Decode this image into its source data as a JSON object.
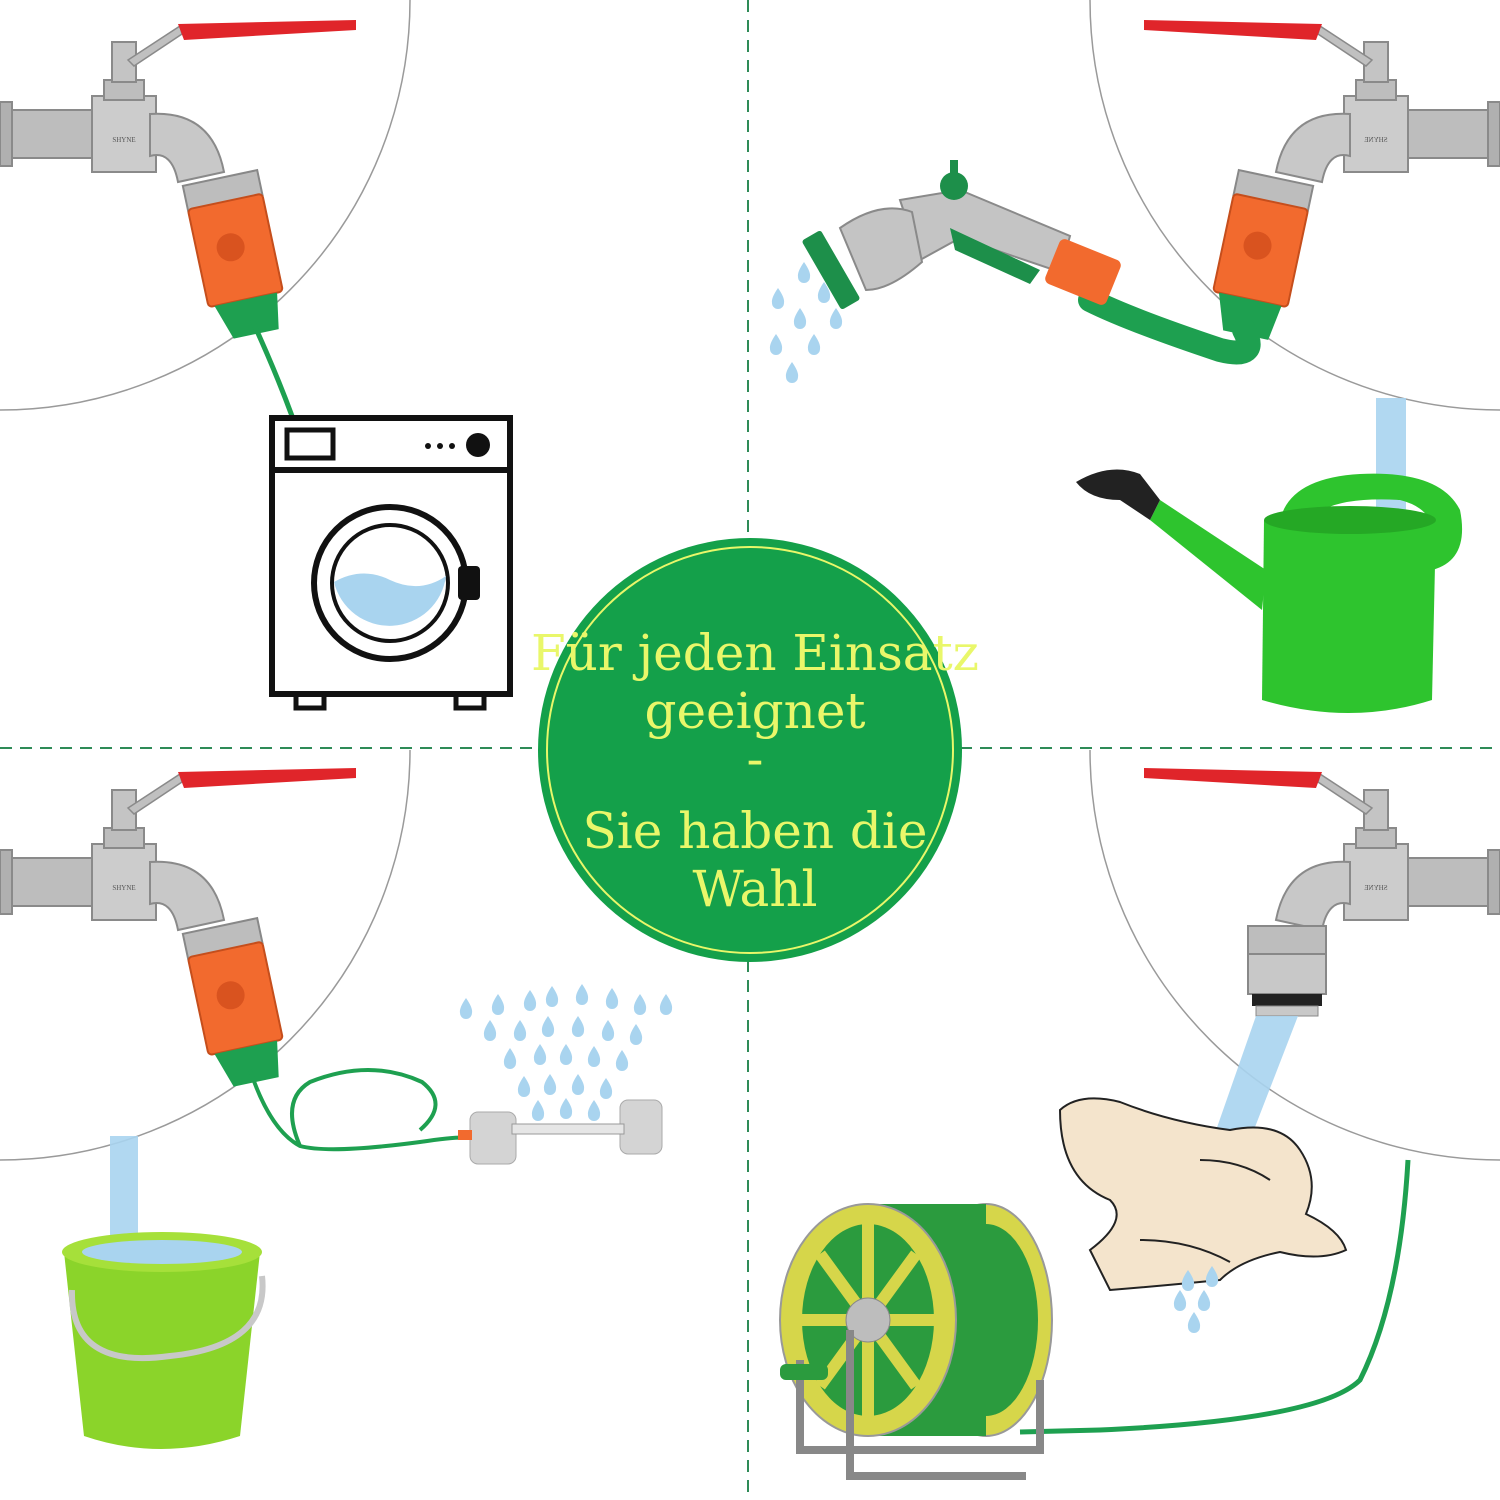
{
  "badge": {
    "line1": "Für jeden Einsatz",
    "line2": "geeignet",
    "line3": "-",
    "line4": "Sie haben die",
    "line5": "Wahl"
  },
  "brand_label": "SHYNE",
  "colors": {
    "badge_green": "#14a04a",
    "badge_text": "#e9f76a",
    "divider": "#2e8b57",
    "connector_orange": "#f26a2e",
    "hose_green": "#1ea050",
    "valve_red": "#e0252a",
    "water_blue": "#a9d4ef",
    "can_green": "#2ec42e",
    "bucket_green": "#8bd42a",
    "reel_yellow": "#d6d64a"
  },
  "panels": [
    {
      "id": "washing-machine",
      "icon": "washing-machine-icon"
    },
    {
      "id": "spray-gun",
      "icon": "spray-gun-icon"
    },
    {
      "id": "watering-can",
      "icon": "watering-can-icon"
    },
    {
      "id": "sprinkler",
      "icon": "sprinkler-icon"
    },
    {
      "id": "bucket",
      "icon": "bucket-icon"
    },
    {
      "id": "hose-reel",
      "icon": "hose-reel-icon"
    },
    {
      "id": "hand-washing",
      "icon": "hands-icon"
    }
  ]
}
